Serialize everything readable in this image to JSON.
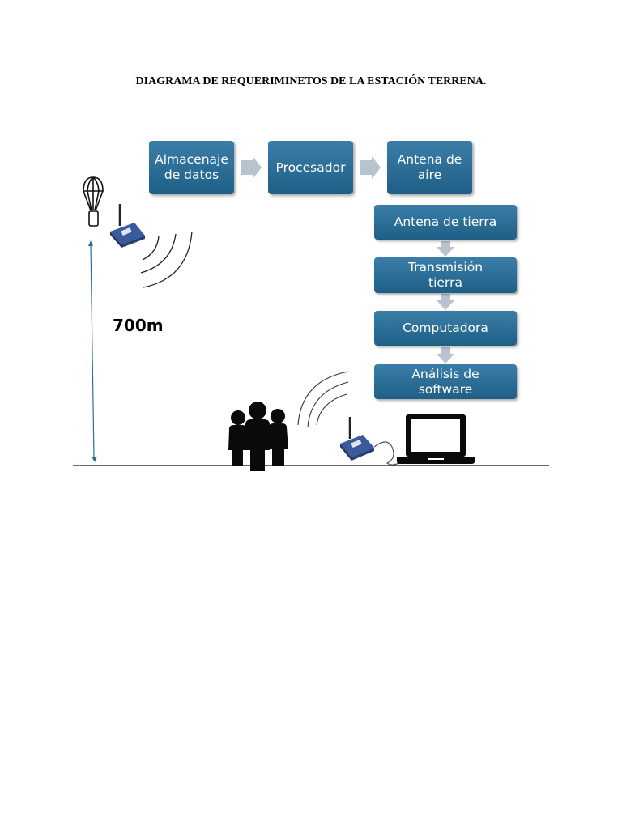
{
  "title": "DIAGRAMA DE REQUERIMINETOS DE LA ESTACIÓN TERRENA.",
  "flow_top": [
    "Almacenaje de datos",
    "Procesador",
    "Antena de aire"
  ],
  "flow_right": [
    "Antena de tierra",
    "Transmisión tierra",
    "Computadora",
    "Análisis de software"
  ],
  "altitude_label": "700m",
  "colors": {
    "box": "#2a6f98",
    "arrow": "#b7c3cf",
    "axis": "#2a6f98"
  },
  "icons": [
    "parachute-icon",
    "radio-module-icon",
    "signal-waves-icon",
    "people-icon",
    "laptop-icon"
  ]
}
